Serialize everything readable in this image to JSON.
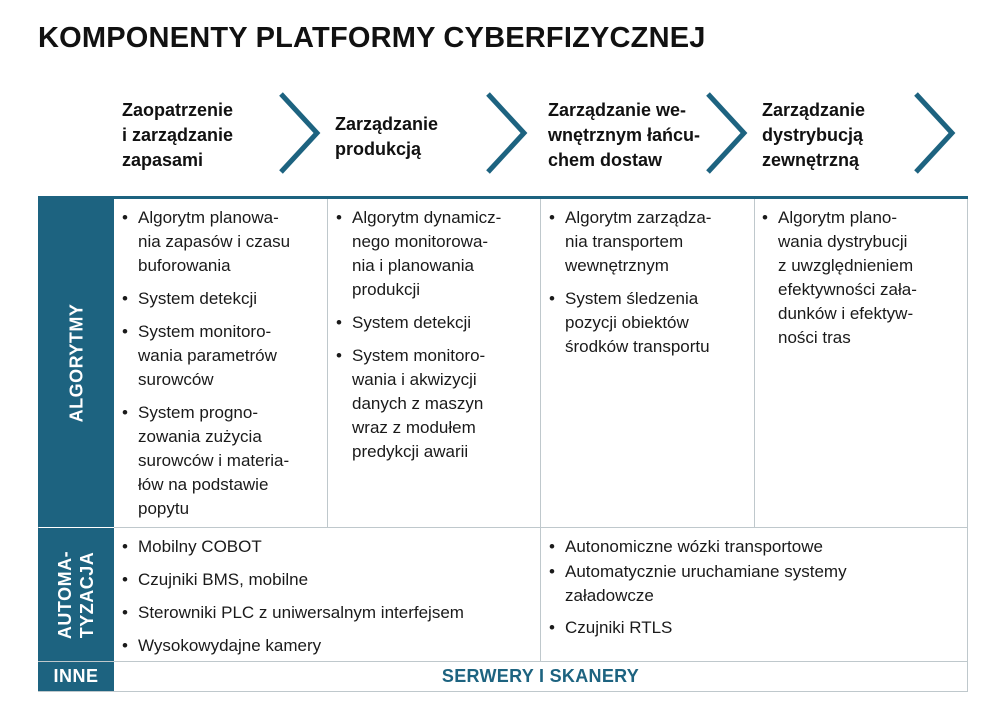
{
  "title": "KOMPONENTY PLATFORMY CYBERFIZYCZNEJ",
  "stages": [
    [
      "Zaopatrzenie",
      "i zarządzanie",
      "zapasami"
    ],
    [
      "Zarządzanie",
      "produkcją"
    ],
    [
      "Zarządzanie we-",
      "wnętrznym łańcu-",
      "chem dostaw"
    ],
    [
      "Zarządzanie",
      "dystrybucją",
      "zewnętrzną"
    ]
  ],
  "rows": {
    "algorytmy": {
      "label": "ALGORYTMY",
      "cells": [
        [
          [
            "Algorytm planowa-",
            "nia zapasów i czasu",
            "buforowania"
          ],
          [
            "System detekcji"
          ],
          [
            "System monitoro-",
            "wania parametrów",
            "surowców"
          ],
          [
            "System progno-",
            "zowania zużycia",
            "surowców i materia-",
            "łów na podstawie",
            "popytu"
          ]
        ],
        [
          [
            "Algorytm dynamicz-",
            "nego monitorowa-",
            "nia i planowania",
            "produkcji"
          ],
          [
            "System detekcji"
          ],
          [
            "System monitoro-",
            "wania i akwizycji",
            "danych z maszyn",
            "wraz z modułem",
            "predykcji awarii"
          ]
        ],
        [
          [
            "Algorytm zarządza-",
            "nia transportem",
            "wewnętrznym"
          ],
          [
            "System śledzenia",
            "pozycji obiektów",
            "środków transportu"
          ]
        ],
        [
          [
            "Algorytm plano-",
            "wania dystrybucji",
            "z uwzględnieniem",
            "efektywności zała-",
            "dunków i efektyw-",
            "ności tras"
          ]
        ]
      ]
    },
    "automatyzacja": {
      "label_lines": [
        "AUTOMA-",
        "TYZACJA"
      ],
      "left": [
        [
          "Mobilny COBOT"
        ],
        [
          "Czujniki BMS, mobilne"
        ],
        [
          "Sterowniki PLC z uniwersalnym interfejsem"
        ],
        [
          "Wysokowydajne kamery"
        ]
      ],
      "right": [
        [
          "Autonomiczne wózki transportowe"
        ],
        [
          "Automatycznie uruchamiane  systemy",
          "załadowcze"
        ],
        [
          "Czujniki RTLS"
        ]
      ]
    },
    "inne": {
      "label": "INNE",
      "content": "SERWERY I SKANERY"
    }
  },
  "colors": {
    "accent": "#1d6380",
    "grid": "#bfc8cc"
  },
  "icons": {
    "stage_separator": "chevron-right-icon"
  }
}
